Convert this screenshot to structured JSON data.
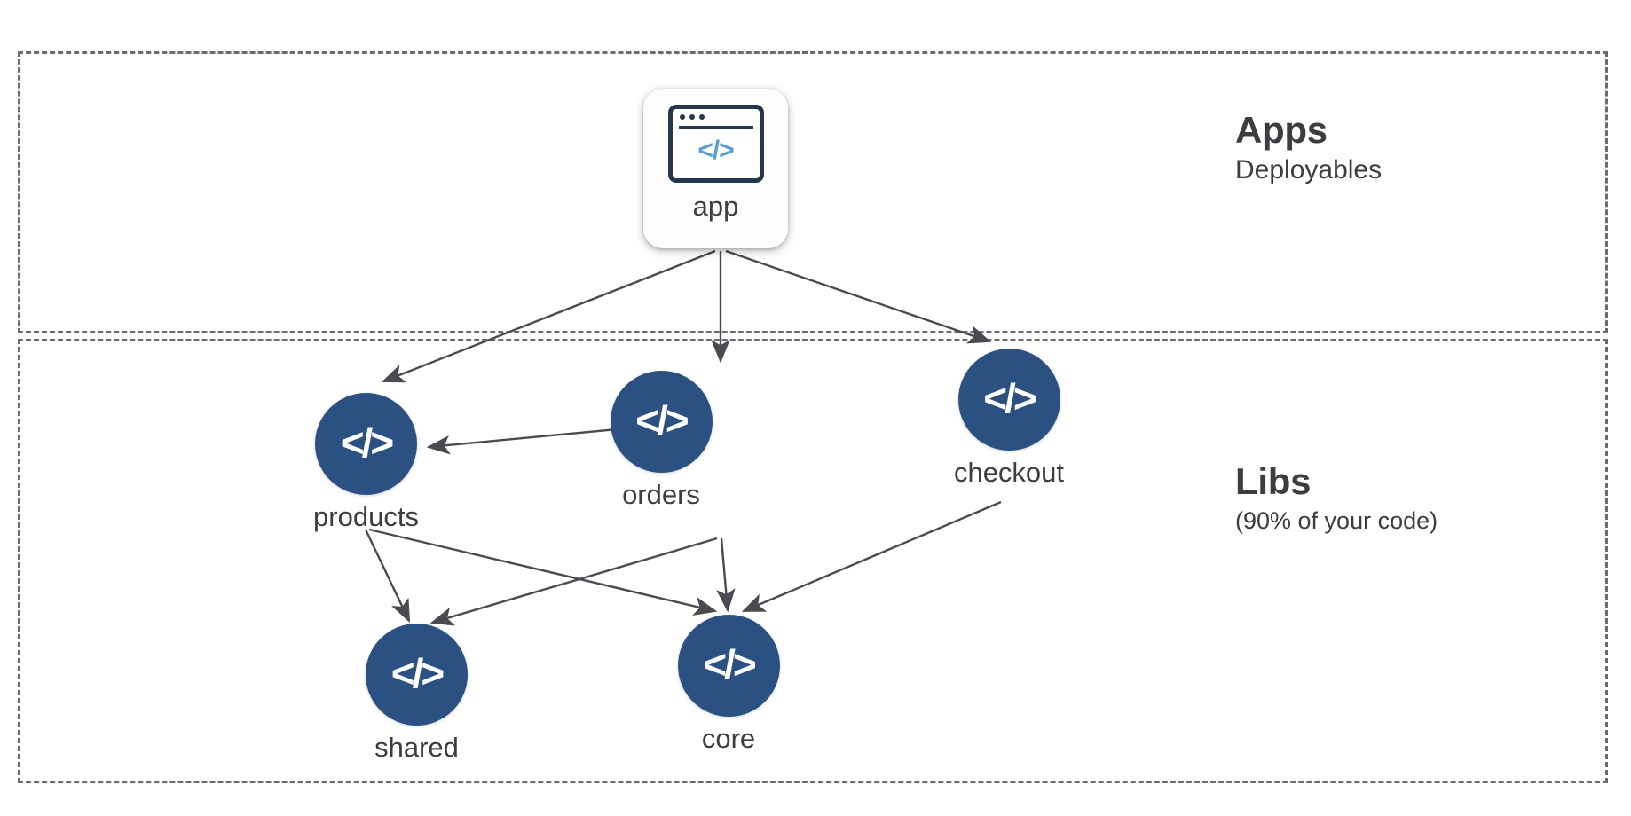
{
  "diagram": {
    "type": "dependency-graph",
    "title": "Apps and Libs dependency graph",
    "zones": [
      {
        "id": "apps",
        "title": "Apps",
        "subtitle": "Deployables"
      },
      {
        "id": "libs",
        "title": "Libs",
        "subtitle": "(90% of your code)"
      }
    ],
    "nodes": [
      {
        "id": "app",
        "label": "app",
        "zone": "apps",
        "kind": "application",
        "icon": "browser-code-icon"
      },
      {
        "id": "products",
        "label": "products",
        "zone": "libs",
        "kind": "library",
        "icon": "code-brackets-icon"
      },
      {
        "id": "orders",
        "label": "orders",
        "zone": "libs",
        "kind": "library",
        "icon": "code-brackets-icon"
      },
      {
        "id": "checkout",
        "label": "checkout",
        "zone": "libs",
        "kind": "library",
        "icon": "code-brackets-icon"
      },
      {
        "id": "shared",
        "label": "shared",
        "zone": "libs",
        "kind": "library",
        "icon": "code-brackets-icon"
      },
      {
        "id": "core",
        "label": "core",
        "zone": "libs",
        "kind": "library",
        "icon": "code-brackets-icon"
      }
    ],
    "edges": [
      {
        "from": "app",
        "to": "products"
      },
      {
        "from": "app",
        "to": "orders"
      },
      {
        "from": "app",
        "to": "checkout"
      },
      {
        "from": "orders",
        "to": "products"
      },
      {
        "from": "products",
        "to": "shared"
      },
      {
        "from": "products",
        "to": "core"
      },
      {
        "from": "orders",
        "to": "shared"
      },
      {
        "from": "orders",
        "to": "core"
      },
      {
        "from": "checkout",
        "to": "core"
      }
    ],
    "icon_glyph": "</>",
    "colors": {
      "lib_node_fill": "#2b5183",
      "lib_node_glyph": "#ffffff",
      "app_card_fill": "#fdfdfd",
      "app_glyph_outline": "#26364c",
      "app_glyph_code": "#5b9bd5",
      "edge_stroke": "#4a4a50",
      "zone_border": "#6b6b73",
      "text": "#3c3c41",
      "background": "#ffffff"
    }
  }
}
